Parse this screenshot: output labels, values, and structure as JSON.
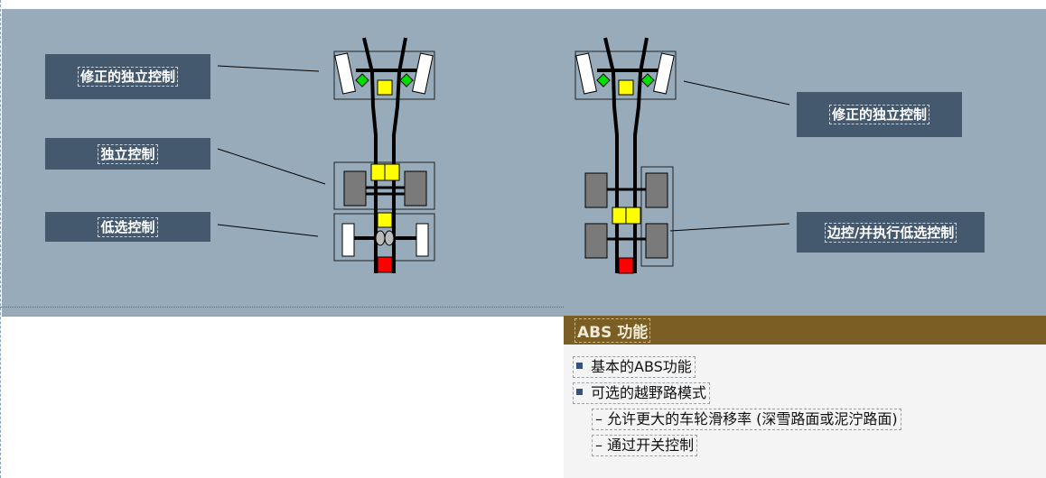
{
  "labels": {
    "left_front": "修正的独立控制",
    "left_middle": "独立控制",
    "left_rear": "低选控制",
    "right_front": "修正的独立控制",
    "right_rear": "边控/并执行低选控制"
  },
  "abs": {
    "header": "ABS 功能",
    "items": [
      "基本的ABS功能",
      "可选的越野路模式"
    ],
    "subitems": [
      "– 允许更大的车轮滑移率 (深雪路面或泥泞路面)",
      "– 通过开关控制"
    ]
  },
  "colors": {
    "panel": "#97abbb",
    "label_bg": "#44596d",
    "header_bg": "#7a5e24",
    "sensor_yellow": "#ffff00",
    "sensor_red": "#ff0000",
    "sensor_green": "#00dd00"
  }
}
